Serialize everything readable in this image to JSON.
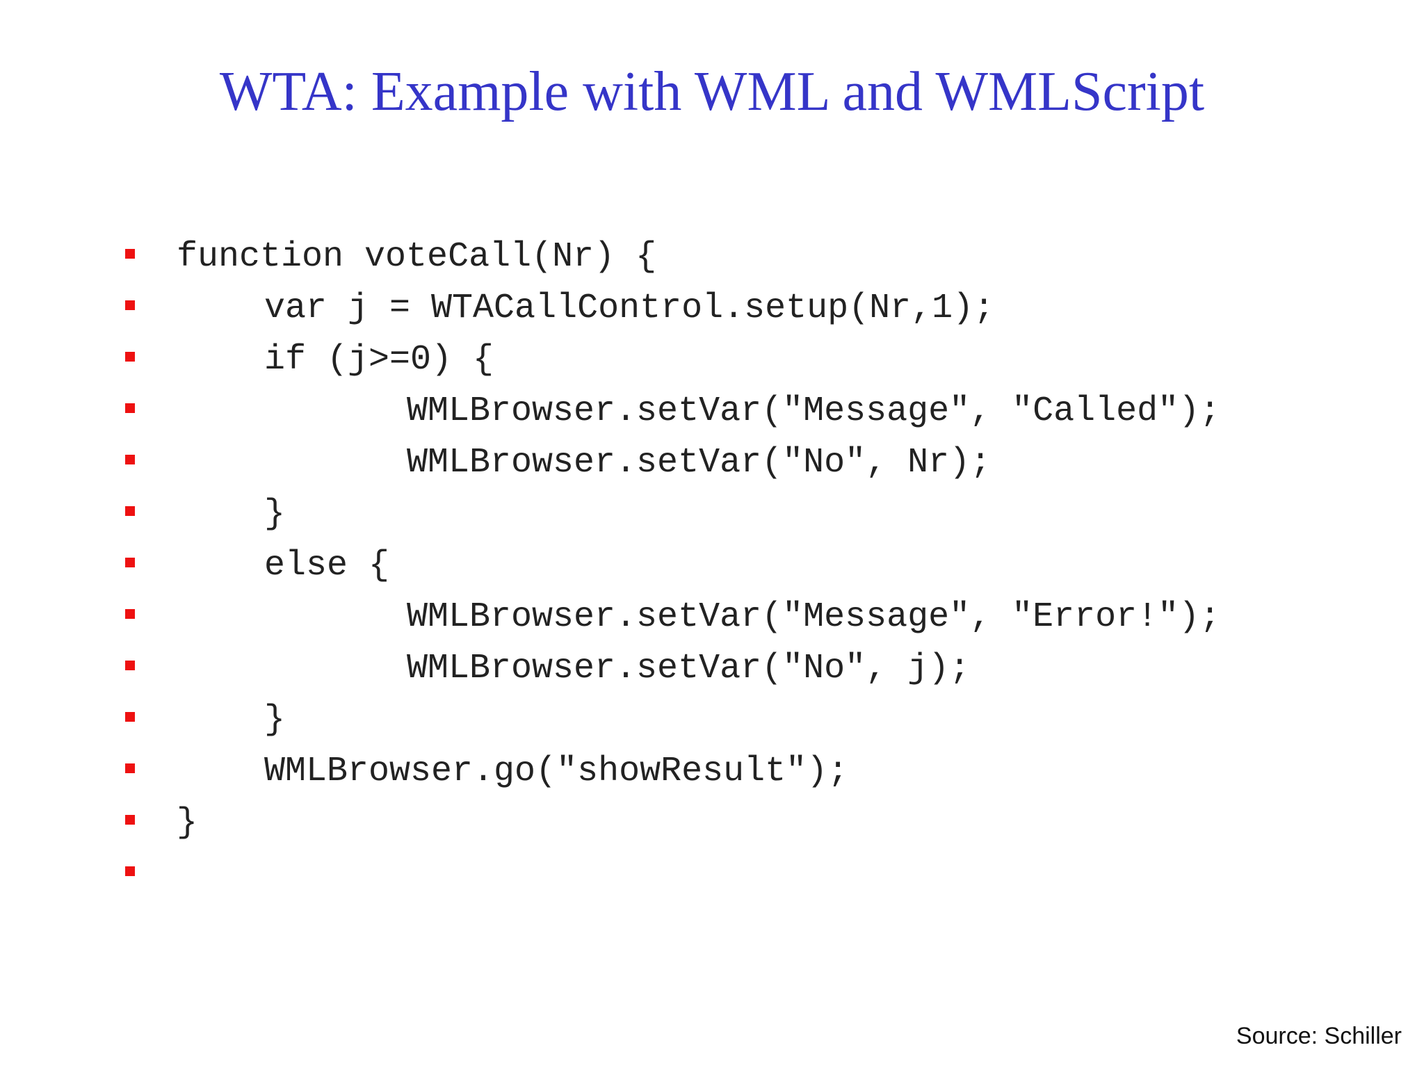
{
  "title": "WTA: Example with WML and WMLScript",
  "colors": {
    "title": "#3535c8",
    "bullet": "#ee1111",
    "code": "#222222",
    "background": "#ffffff"
  },
  "code_lines": [
    {
      "text": "function voteCall(Nr) {",
      "indent": 0
    },
    {
      "text": "var j = WTACallControl.setup(Nr,1);",
      "indent": 1
    },
    {
      "text": "if (j>=0) {",
      "indent": 1
    },
    {
      "text": "WMLBrowser.setVar(\"Message\", \"Called\");",
      "indent": 2
    },
    {
      "text": "WMLBrowser.setVar(\"No\", Nr);",
      "indent": 2
    },
    {
      "text": "}",
      "indent": 1
    },
    {
      "text": "else {",
      "indent": 1
    },
    {
      "text": "WMLBrowser.setVar(\"Message\", \"Error!\");",
      "indent": 2
    },
    {
      "text": "WMLBrowser.setVar(\"No\", j);",
      "indent": 2
    },
    {
      "text": "}",
      "indent": 1
    },
    {
      "text": "WMLBrowser.go(\"showResult\");",
      "indent": 1
    },
    {
      "text": "}",
      "indent": 0
    },
    {
      "text": "",
      "indent": 0
    }
  ],
  "source": "Source: Schiller"
}
